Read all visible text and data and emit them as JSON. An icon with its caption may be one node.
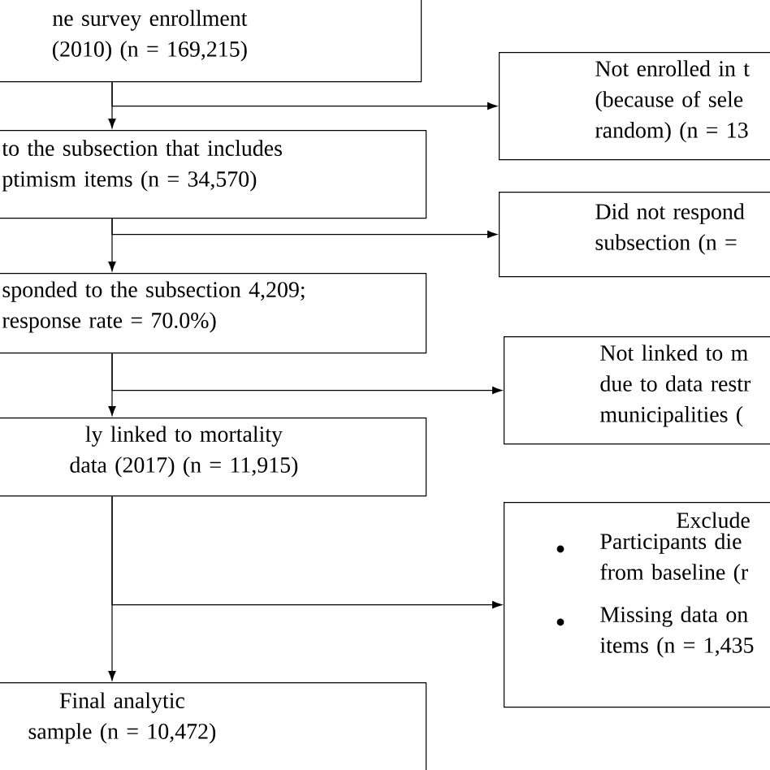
{
  "diagram": {
    "nodes": [
      {
        "text": [
          "ne survey enrollment (2010) (n = 169,215)"
        ]
      },
      {
        "text": [
          "to the subsection that includes ptimism items (n = 34,570)"
        ]
      },
      {
        "text": [
          "sponded to the subsection 4,209; response rate = 70.0%)"
        ]
      },
      {
        "text": [
          "ly linked to mortality data (2017) (n = 11,915)"
        ]
      },
      {
        "text": [
          "Final analytic sample (n = 10,472)"
        ]
      },
      {
        "text": [
          "Not enrolled in t (because of sele random) (n = 13"
        ]
      },
      {
        "text": [
          "Did not respond subsection (n ="
        ]
      },
      {
        "text": [
          "Not linked to m due to data restr municipalities ("
        ]
      },
      {
        "text": [
          "Exclude",
          "Participants die from baseline (r",
          "Missing data on items (n = 1,435"
        ]
      }
    ],
    "edges": [
      {
        "from": 0,
        "to": 1,
        "arrow": "to"
      },
      {
        "from": 0,
        "to": 5,
        "arrow": "to"
      },
      {
        "from": 1,
        "to": 2,
        "arrow": "to"
      },
      {
        "from": 1,
        "to": 6,
        "arrow": "to"
      },
      {
        "from": 2,
        "to": 3,
        "arrow": "to"
      },
      {
        "from": 2,
        "to": 7,
        "arrow": "to"
      },
      {
        "from": 3,
        "to": 4,
        "arrow": "to"
      },
      {
        "from": 3,
        "to": 8,
        "arrow": "to"
      }
    ]
  }
}
